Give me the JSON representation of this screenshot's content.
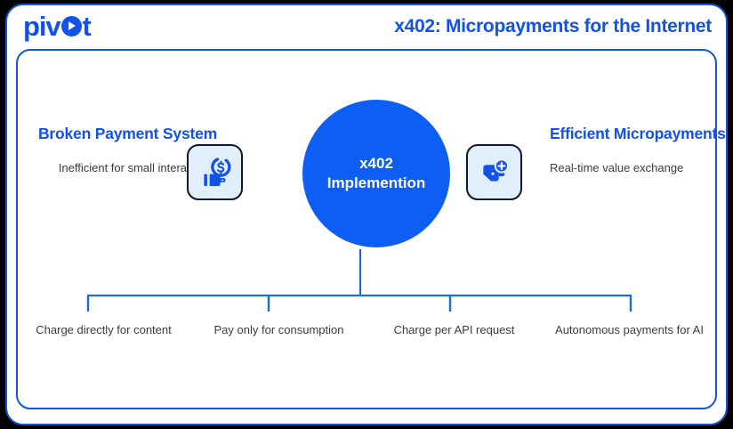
{
  "header": {
    "logo_text_before": "piv",
    "logo_o_icon": "play-circle-o",
    "logo_text_after": "t",
    "logo_full": "pivot",
    "title": "x402: Micropayments for the Internet"
  },
  "colors": {
    "brand_blue": "#1252e8",
    "hub_blue": "#0c5ef5",
    "connector_blue": "#1a6ae0",
    "icon_box_bg": "#e1effc",
    "icon_box_border": "#101828",
    "body_text": "#3c3c3c",
    "page_bg": "#000000",
    "card_bg": "#ffffff"
  },
  "diagram": {
    "left": {
      "title": "Broken Payment System",
      "description": "Inefficient for small interactions",
      "icon": "wallet-dollar-icon"
    },
    "hub": {
      "line1": "x402",
      "line2": "Implemention"
    },
    "right": {
      "title": "Efficient Micropayments",
      "description": "Real-time value exchange",
      "icon": "wallet-plus-icon"
    },
    "branches": [
      {
        "label": "Charge directly for content"
      },
      {
        "label": "Pay only for consumption"
      },
      {
        "label": "Charge per API request"
      },
      {
        "label": "Autonomous payments for AI"
      }
    ]
  }
}
